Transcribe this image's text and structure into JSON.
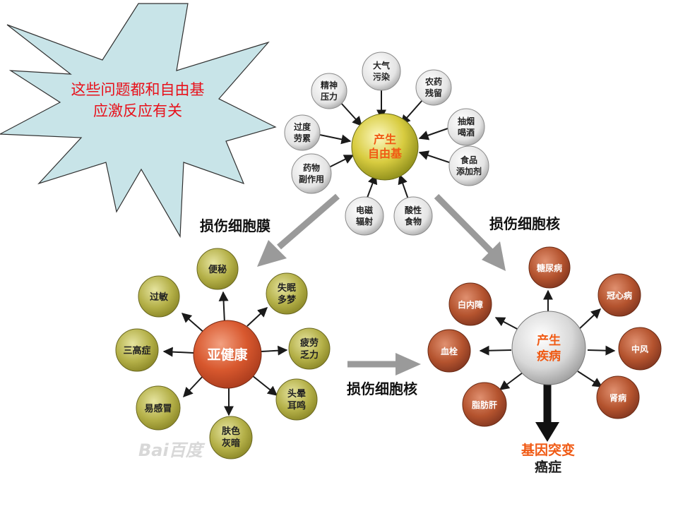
{
  "callout": {
    "line1": "这些问题都和自由基",
    "line2": "应激反应有关",
    "fill": "#c8e4e8",
    "text_color": "#e8101a"
  },
  "free_radical": {
    "center": {
      "line1": "产生",
      "line2": "自由基"
    },
    "causes": [
      {
        "line1": "大气",
        "line2": "污染"
      },
      {
        "line1": "精神",
        "line2": "压力"
      },
      {
        "line1": "农药",
        "line2": "残留"
      },
      {
        "line1": "过度",
        "line2": "劳累"
      },
      {
        "line1": "抽烟",
        "line2": "喝酒"
      },
      {
        "line1": "药物",
        "line2": "副作用"
      },
      {
        "line1": "食品",
        "line2": "添加剂"
      },
      {
        "line1": "电磁",
        "line2": "辐射"
      },
      {
        "line1": "酸性",
        "line2": "食物"
      }
    ]
  },
  "labels": {
    "membrane": "损伤细胞膜",
    "nucleus_top": "损伤细胞核",
    "nucleus_mid": "损伤细胞核"
  },
  "subhealth": {
    "center": "亚健康",
    "items": [
      {
        "line1": "便秘",
        "line2": ""
      },
      {
        "line1": "过敏",
        "line2": ""
      },
      {
        "line1": "失眠",
        "line2": "多梦"
      },
      {
        "line1": "三高症",
        "line2": ""
      },
      {
        "line1": "疲劳",
        "line2": "乏力"
      },
      {
        "line1": "易感冒",
        "line2": ""
      },
      {
        "line1": "头晕",
        "line2": "耳鸣"
      },
      {
        "line1": "肤色",
        "line2": "灰暗"
      }
    ]
  },
  "disease": {
    "center": {
      "line1": "产生",
      "line2": "疾病"
    },
    "items": [
      "糖尿病",
      "白内障",
      "冠心病",
      "血栓",
      "中风",
      "脂肪肝",
      "肾病"
    ],
    "outcome": {
      "line1": "基因突变",
      "line2": "癌症"
    }
  },
  "watermark": "Bai百度",
  "colors": {
    "orange_text": "#f05a14",
    "olive": "#a8a43a",
    "brick": "#a8482a",
    "arrow_gray": "#9a9a9a"
  }
}
